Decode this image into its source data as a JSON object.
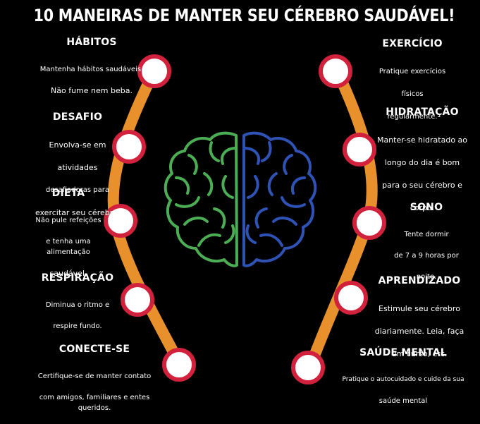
{
  "title": "10 MANEIRAS DE MANTER SEU CÉREBRO SAUDÁVEL!",
  "colors": {
    "arc": "#e8902c",
    "node_ring": "#d2213c",
    "node_fill": "#ffffff",
    "brain_left": "#4cae54",
    "brain_right": "#2f52b5",
    "background": "#000000"
  },
  "left_items": [
    {
      "heading": "HÁBITOS",
      "lines": [
        "Mantenha hábitos saudáveis.",
        "Não fume nem beba."
      ]
    },
    {
      "heading": "DESAFIO",
      "lines": [
        "Envolva-se em",
        "atividades",
        "desafiadoras para",
        "exercitar seu cérebro."
      ]
    },
    {
      "heading": "DIETA",
      "lines": [
        "Não pule refeições",
        "e tenha uma alimentação",
        "saudável."
      ]
    },
    {
      "heading": "RESPIRAÇÃO",
      "lines": [
        "Diminua o ritmo e",
        "respire fundo."
      ]
    },
    {
      "heading": "CONECTE-SE",
      "lines": [
        "Certifique-se de manter contato",
        "com amigos, familiares e entes queridos."
      ]
    }
  ],
  "right_items": [
    {
      "heading": "EXERCÍCIO",
      "lines": [
        "Pratique exercícios",
        "físicos",
        "regularmente."
      ]
    },
    {
      "heading": "HIDRATAÇÃO",
      "lines": [
        "Manter-se hidratado ao",
        "longo do dia é bom",
        "para o seu cérebro e",
        "corpo."
      ]
    },
    {
      "heading": "SONO",
      "lines": [
        "Tente dormir",
        "de 7 a 9 horas por",
        "noite."
      ]
    },
    {
      "heading": "APRENDIZADO",
      "lines": [
        "Estimule seu cérebro",
        "diariamente. Leia, faça",
        "um curso, etc."
      ]
    },
    {
      "heading": "SAÚDE MENTAL",
      "lines": [
        "Pratique o autocuidado e cuide da sua",
        "saúde mental"
      ]
    }
  ]
}
